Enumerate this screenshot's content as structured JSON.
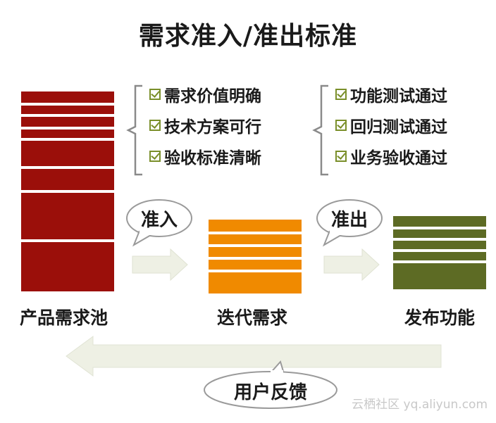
{
  "title": "需求准入/准出标准",
  "entry_criteria": [
    {
      "label": "需求价值明确"
    },
    {
      "label": "技术方案可行"
    },
    {
      "label": "验收标准清晰"
    }
  ],
  "exit_criteria": [
    {
      "label": "功能测试通过"
    },
    {
      "label": "回归测试通过"
    },
    {
      "label": "业务验收通过"
    }
  ],
  "stages": [
    {
      "label": "产品需求池",
      "color": "#9b0f0a"
    },
    {
      "label": "迭代需求",
      "color": "#f08a00"
    },
    {
      "label": "发布功能",
      "color": "#5d6b24"
    }
  ],
  "transitions": {
    "entry": "准入",
    "exit": "准出"
  },
  "feedback": "用户反馈",
  "watermark": "云栖社区 yq.aliyun.com",
  "colors": {
    "check": "#7a8f2a",
    "arrow": "#eef0e4"
  }
}
